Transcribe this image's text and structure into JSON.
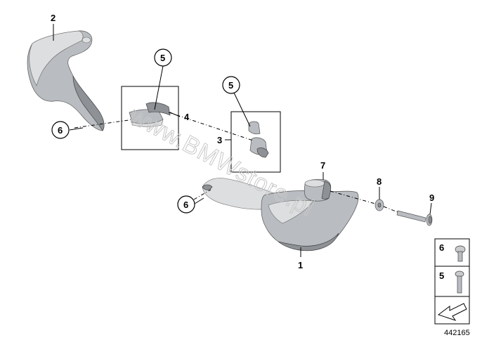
{
  "watermark": "www.BMWstore.pl",
  "document_number": "442165",
  "callouts": {
    "c1": "1",
    "c2": "2",
    "c3": "3",
    "c4": "4",
    "c5a": "5",
    "c5b": "5",
    "c6a": "6",
    "c6b": "6",
    "c7": "7",
    "c8": "8",
    "c9": "9"
  },
  "legend": {
    "item6": "6",
    "item5": "5"
  }
}
